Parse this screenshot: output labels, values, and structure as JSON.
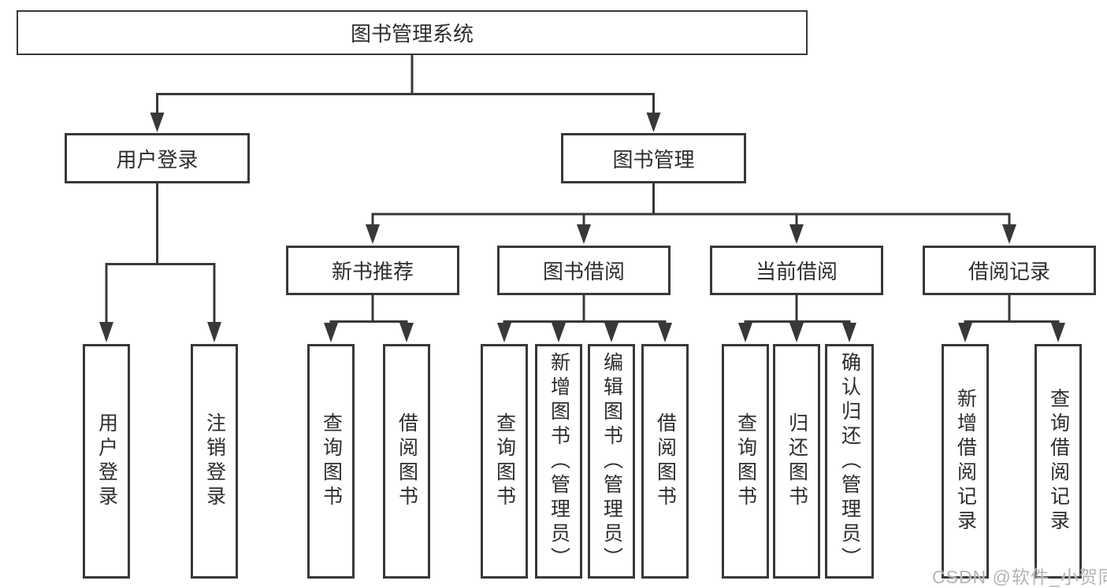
{
  "diagram": {
    "root": {
      "label": "图书管理系统"
    },
    "branches": [
      {
        "label": "用户登录",
        "children": [
          {
            "label": "用户登录"
          },
          {
            "label": "注销登录"
          }
        ]
      },
      {
        "label": "图书管理",
        "children": [
          {
            "label": "新书推荐",
            "children": [
              {
                "label": "查询图书"
              },
              {
                "label": "借阅图书"
              }
            ]
          },
          {
            "label": "图书借阅",
            "children": [
              {
                "label": "查询图书"
              },
              {
                "label": "新增图书（管理员）"
              },
              {
                "label": "编辑图书（管理员）"
              },
              {
                "label": "借阅图书"
              }
            ]
          },
          {
            "label": "当前借阅",
            "children": [
              {
                "label": "查询图书"
              },
              {
                "label": "归还图书"
              },
              {
                "label": "确认归还（管理员）"
              }
            ]
          },
          {
            "label": "借阅记录",
            "children": [
              {
                "label": "新增借阅记录"
              },
              {
                "label": "查询借阅记录"
              }
            ]
          }
        ]
      }
    ]
  },
  "watermark": {
    "text": "CSDN @软件_小贺同学"
  },
  "colors": {
    "line": "#383838",
    "text": "#2d2d2d",
    "background": "#ffffff",
    "watermark": "#b4b4b4"
  }
}
